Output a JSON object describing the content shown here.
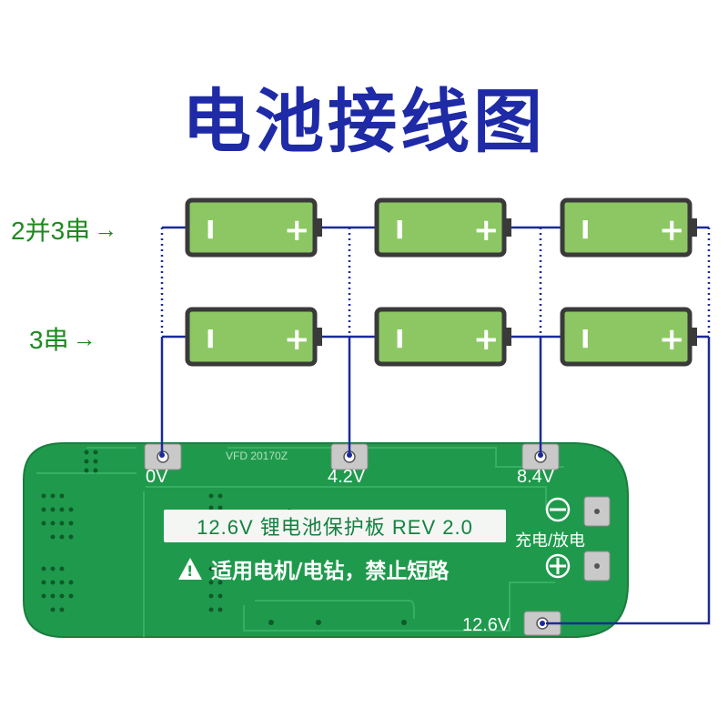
{
  "title": "电池接线图",
  "rows": [
    {
      "label": "2并3串",
      "arrow": "→"
    },
    {
      "label": "3串",
      "arrow": "→"
    }
  ],
  "battery": {
    "minus": "I",
    "plus": "+"
  },
  "pads": [
    {
      "label": "0V"
    },
    {
      "label": "4.2V"
    },
    {
      "label": "8.4V"
    },
    {
      "label": "12.6V"
    }
  ],
  "board": {
    "silkscreen": "12.6V 锂电池保护板 REV 2.0",
    "warning": "适用电机/电钻，禁止短路",
    "charge_label": "充电/放电",
    "minus_symbol": "⊖",
    "plus_symbol": "⊕",
    "marking": "VFD 20170Z"
  },
  "colors": {
    "title": "#1e2aa6",
    "wire": "#1a2a9c",
    "label": "#1e8a1e",
    "board": "#1f9a4c",
    "battery": "#8cc763",
    "battery_border": "#3a3a3a"
  }
}
